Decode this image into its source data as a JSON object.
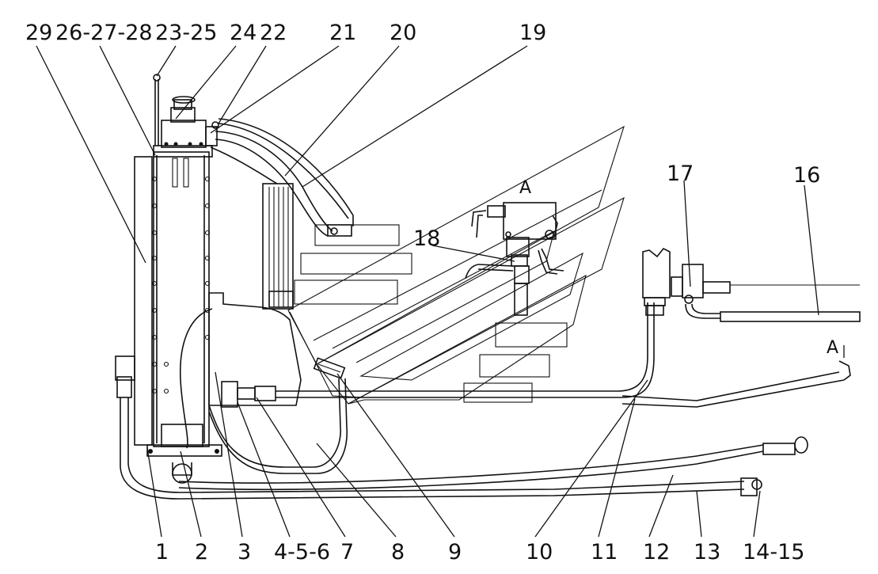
{
  "labels": {
    "top": [
      "29",
      "26-27-28",
      "23-25",
      "24",
      "22",
      "21",
      "20",
      "19"
    ],
    "bottom": [
      "1",
      "2",
      "3",
      "4-5-6",
      "7",
      "8",
      "9",
      "10",
      "11",
      "12",
      "13",
      "14-15"
    ],
    "mid": {
      "p18": "18",
      "p17": "17",
      "p16": "16",
      "viewA": "A",
      "sectionA": "A"
    }
  }
}
